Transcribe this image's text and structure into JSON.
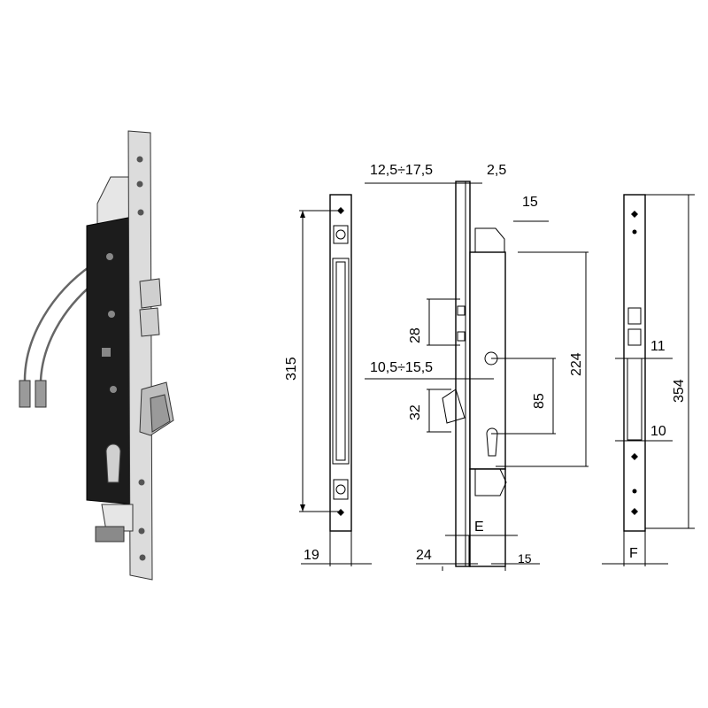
{
  "colors": {
    "lock_body": "#1c1c1c",
    "faceplate": "#dcdcdc",
    "steel": "#bdbdbd",
    "ink": "#000000"
  },
  "dimensions": {
    "backset_range": "12,5÷17,5",
    "plate_thickness": "2,5",
    "top_offset": "15",
    "overall_height": "315",
    "case_height": "224",
    "latch_height": "28",
    "deadbolt_range": "10,5÷15,5",
    "bolt_height": "32",
    "centre_distance": "85",
    "front_width": "19",
    "case_depth": "24",
    "backset_label": "E",
    "side_thickness": "15",
    "strike_height": "354",
    "strike_opening_top": "11",
    "strike_opening_bottom": "10",
    "strike_width_label": "F"
  }
}
